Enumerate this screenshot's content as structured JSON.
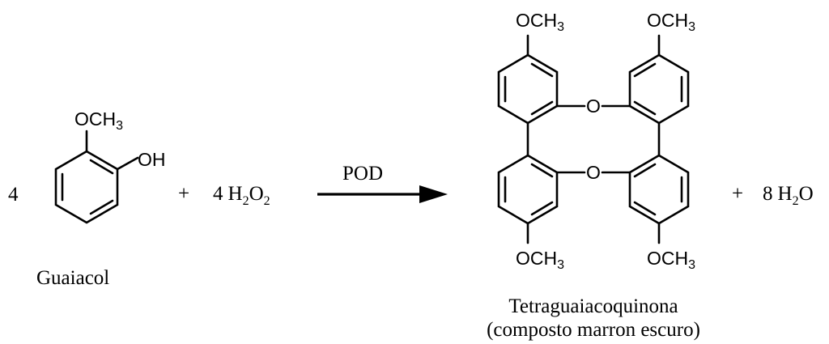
{
  "reaction": {
    "coef_guaiacol": "4",
    "plus_1": "+",
    "peroxide": {
      "coef": "4",
      "el1": "H",
      "n1": "2",
      "el2": "O",
      "n2": "2"
    },
    "catalyst": "POD",
    "plus_2": "+",
    "water": {
      "coef": "8",
      "el1": "H",
      "n1": "2",
      "el2": "O"
    }
  },
  "guaiacol": {
    "name": "Guaiacol",
    "methoxy": {
      "main": "OCH",
      "sub": "3"
    },
    "hydroxyl": "OH"
  },
  "product": {
    "name": "Tetraguaiacoquinona",
    "description": "(composto marron escuro)",
    "methoxy": {
      "main": "OCH",
      "sub": "3"
    },
    "oxygen": "O"
  }
}
